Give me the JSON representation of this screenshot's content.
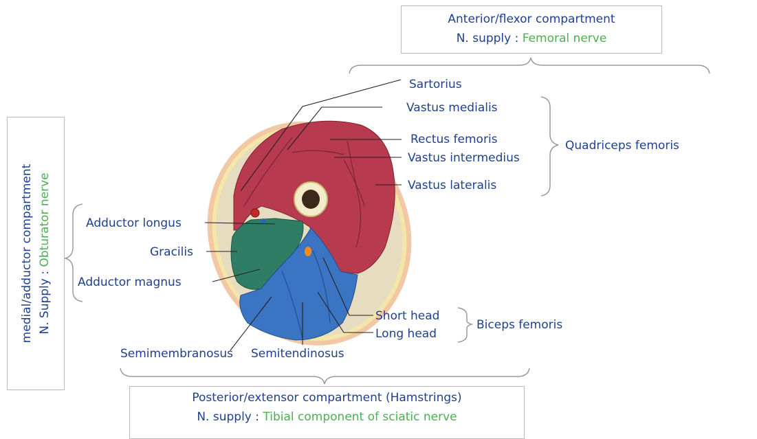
{
  "anterior": {
    "title": "Anterior/flexor compartment",
    "supply_prefix": "N. supply : ",
    "nerve": "Femoral nerve"
  },
  "medial": {
    "title": "medial/adductor compartment",
    "supply_prefix": "N. Supply : ",
    "nerve": "Obturator nerve"
  },
  "posterior": {
    "title": "Posterior/extensor compartment (Hamstrings)",
    "supply_prefix": "N. supply : ",
    "nerve": "Tibial component of sciatic nerve"
  },
  "labels": {
    "sartorius": "Sartorius",
    "vastus_medialis": "Vastus medialis",
    "rectus_femoris": "Rectus femoris",
    "vastus_intermedius": "Vastus intermedius",
    "vastus_lateralis": "Vastus lateralis",
    "quadriceps_femoris": "Quadriceps femoris",
    "adductor_longus": "Adductor longus",
    "gracilis": "Gracilis",
    "adductor_magnus": "Adductor magnus",
    "short_head": "Short head",
    "long_head": "Long head",
    "biceps_femoris": "Biceps femoris",
    "semimembranosus": "Semimembranosus",
    "semitendinosus": "Semitendinosus"
  },
  "colors": {
    "label_text": "#1f3f8f",
    "nerve_text": "#4caf50",
    "anterior_muscle": "#b83a4e",
    "medial_muscle": "#2f7d65",
    "posterior_muscle": "#3a74c2",
    "fat": "#f3e6a8",
    "skin": "#f2c8a4"
  }
}
